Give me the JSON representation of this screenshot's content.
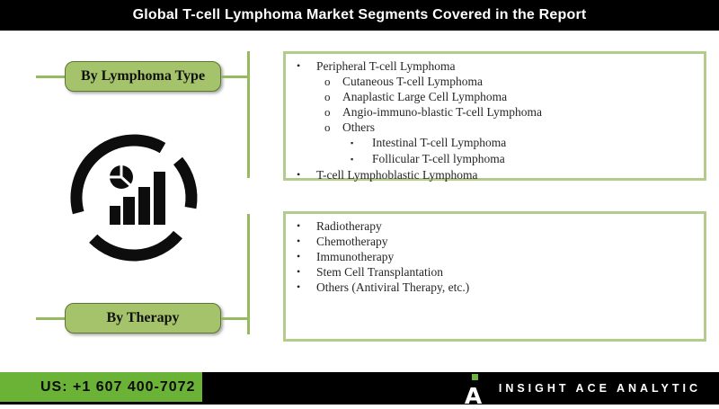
{
  "title_bar": {
    "title": "Global T-cell Lymphoma Market Segments Covered in the Report"
  },
  "segments": {
    "lymphoma_type": {
      "button_label": "By Lymphoma Type",
      "items": [
        {
          "level": 1,
          "bullet": "•",
          "text": "Peripheral T-cell Lymphoma"
        },
        {
          "level": 2,
          "bullet": "o",
          "text": "Cutaneous T-cell Lymphoma"
        },
        {
          "level": 2,
          "bullet": "o",
          "text": "Anaplastic Large Cell Lymphoma"
        },
        {
          "level": 2,
          "bullet": "o",
          "text": "Angio-immuno-blastic T-cell Lymphoma"
        },
        {
          "level": 2,
          "bullet": "o",
          "text": "Others"
        },
        {
          "level": 3,
          "bullet": "▪",
          "text": "Intestinal T-cell Lymphoma"
        },
        {
          "level": 3,
          "bullet": "▪",
          "text": "Follicular T-cell lymphoma"
        },
        {
          "level": 1,
          "bullet": "•",
          "text": "T-cell Lymphoblastic Lymphoma"
        }
      ]
    },
    "therapy": {
      "button_label": "By Therapy",
      "items": [
        {
          "level": 1,
          "bullet": "•",
          "text": "Radiotherapy"
        },
        {
          "level": 1,
          "bullet": "•",
          "text": "Chemotherapy"
        },
        {
          "level": 1,
          "bullet": "•",
          "text": "Immunotherapy"
        },
        {
          "level": 1,
          "bullet": "•",
          "text": "Stem Cell Transplantation"
        },
        {
          "level": 1,
          "bullet": "•",
          "text": "Others (Antiviral Therapy, etc.)"
        }
      ]
    }
  },
  "icon": {
    "name": "market-analytics-icon"
  },
  "footer": {
    "phone": "US: +1 607 400-7072",
    "logo_letter": "A",
    "brand": "INSIGHT ACE ANALYTIC"
  },
  "colors": {
    "title_bg": "#000000",
    "button_fill": "#a5c36a",
    "button_border": "#5f7537",
    "connector_green": "#95ba5f",
    "box_border": "#b3cb8c",
    "footer_green": "#6ab336",
    "logo_green": "#6cb33f",
    "icon_black": "#0d0d0d"
  }
}
